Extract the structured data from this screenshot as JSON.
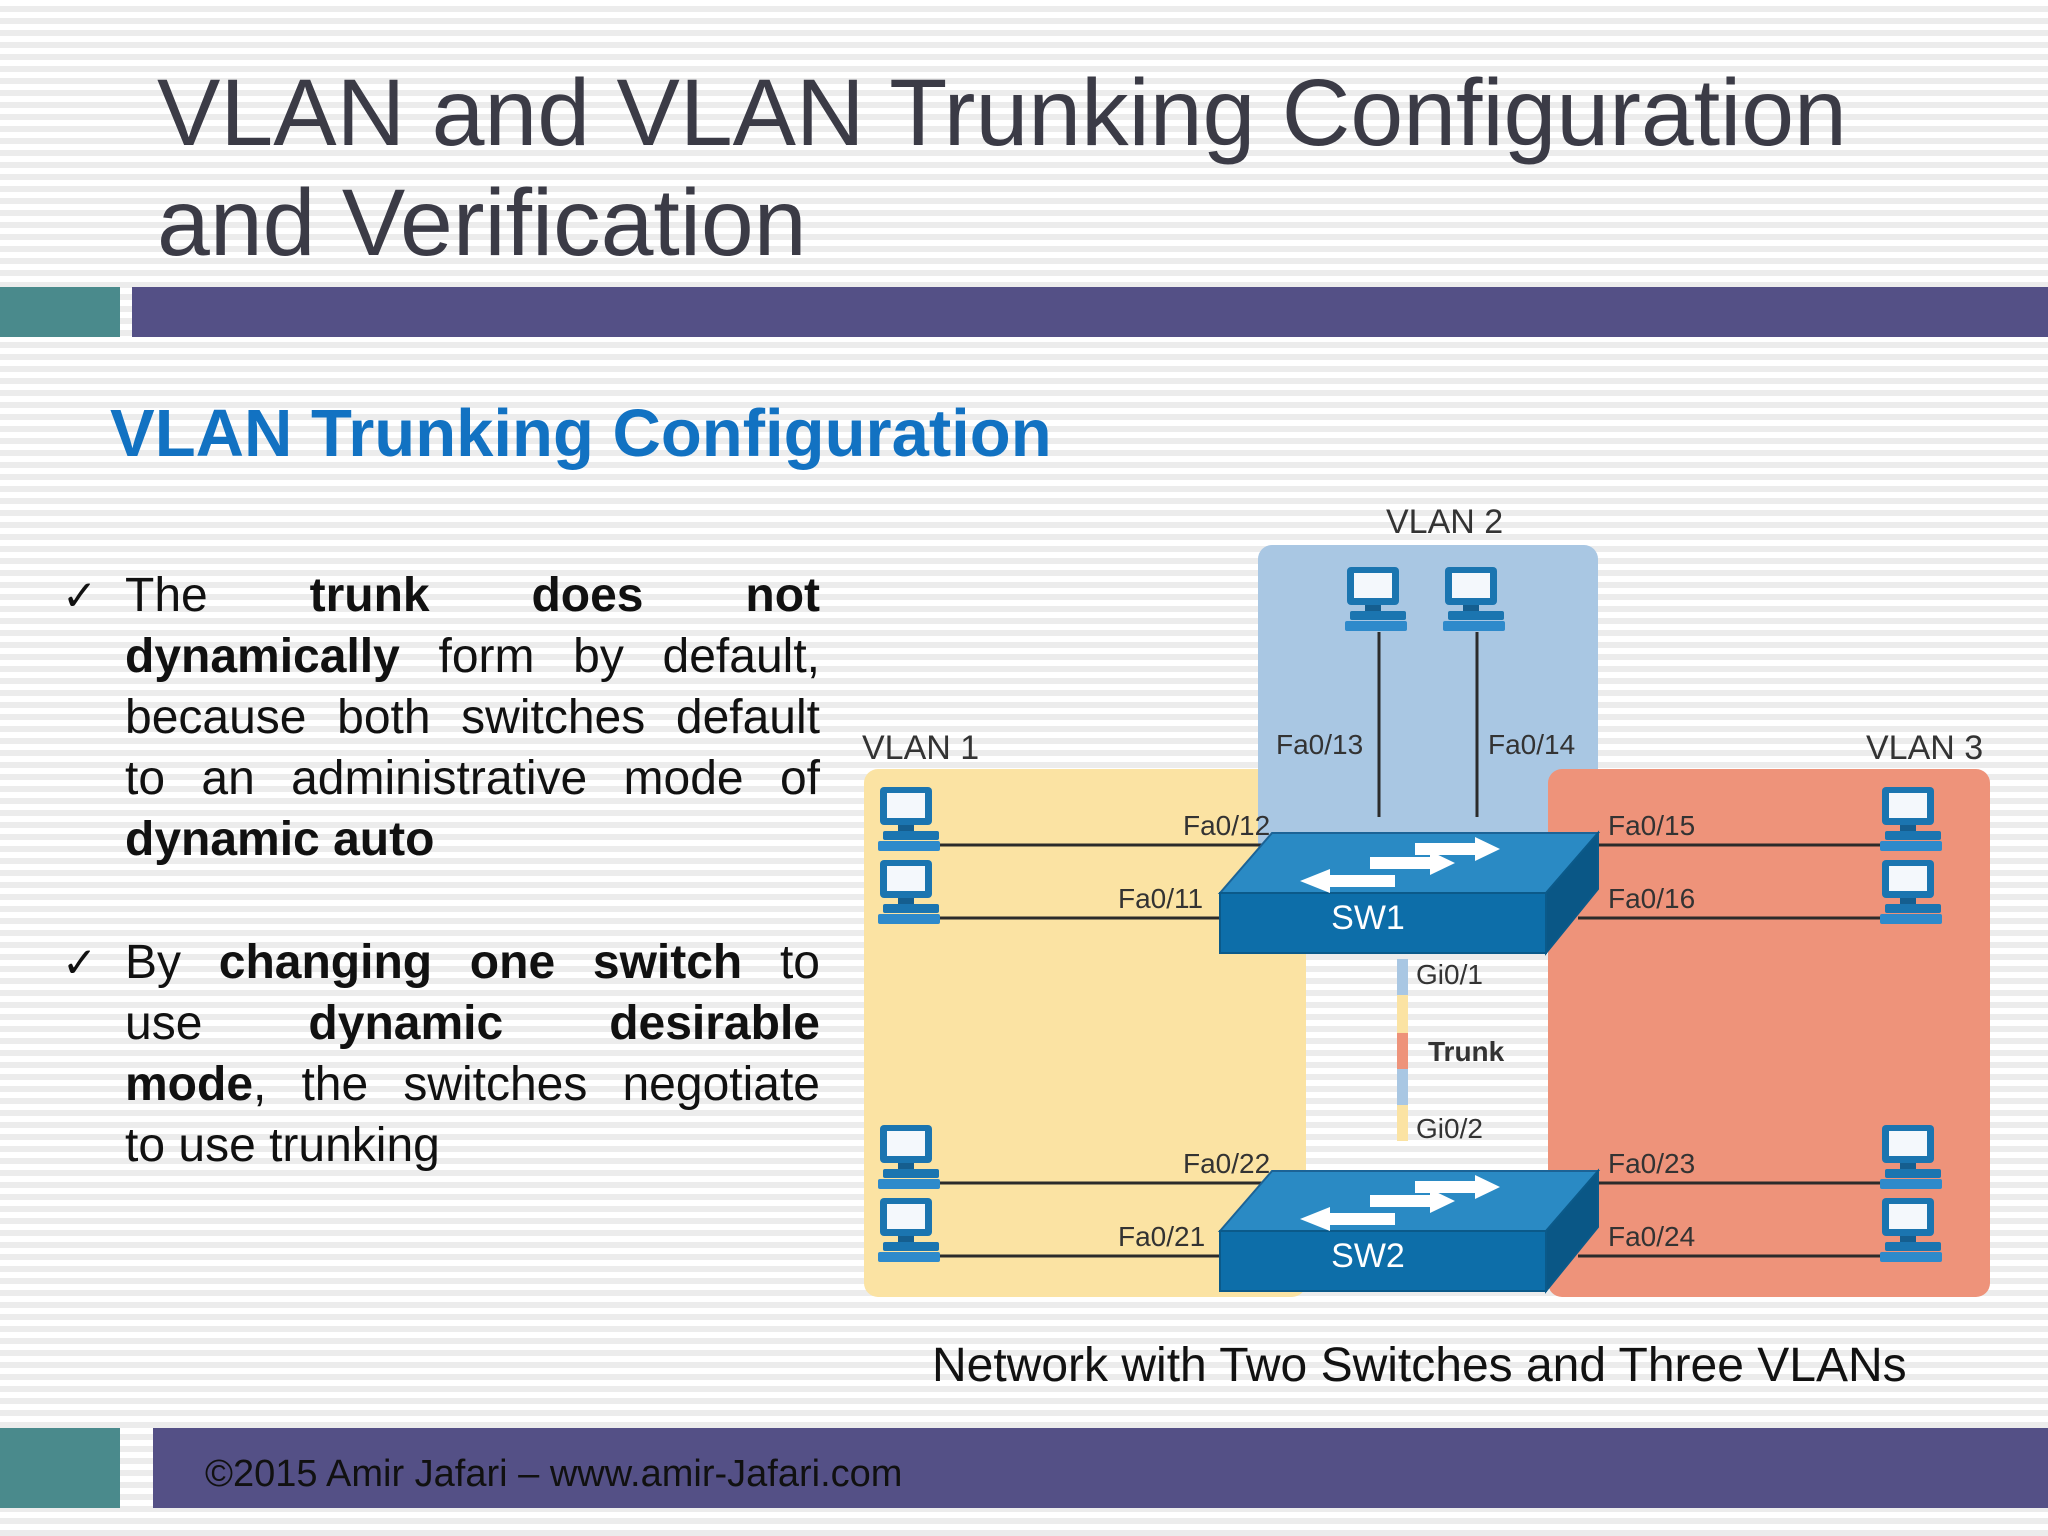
{
  "slide": {
    "title_line1": "VLAN and VLAN Trunking Configuration",
    "title_line2": "and Verification",
    "subtitle": "VLAN Trunking Configuration",
    "footer": "©2015 Amir Jafari – www.amir-Jafari.com",
    "colors": {
      "accent_teal": "#4a8a8c",
      "accent_purple": "#545086",
      "subtitle_blue": "#1272c2"
    }
  },
  "bullets": {
    "check_icon": "✓",
    "b1": {
      "l1_w1": "The",
      "l1_w2": "trunk",
      "l1_w3": "does",
      "l1_w4": "not",
      "l2_bold": "dynamically",
      "l2_rest": "form by default,",
      "l3": "because both switches default",
      "l4": "to an administrative mode of",
      "l5_bold": "dynamic auto"
    },
    "b2": {
      "l1_w1": "By",
      "l1_bold": "changing one switch",
      "l1_w2": "to",
      "l2_w1": "use",
      "l2_b1": "dynamic",
      "l2_b2": "desirable",
      "l3_bold": "mode",
      "l3_rest": ", the switches negotiate",
      "l4": "to use trunking"
    }
  },
  "diagram": {
    "caption": "Network with Two Switches and Three VLANs",
    "vlans": {
      "vlan1": "VLAN 1",
      "vlan2": "VLAN 2",
      "vlan3": "VLAN 3"
    },
    "vlan_colors": {
      "vlan1": "#fbe3a3",
      "vlan2": "#a9c7e3",
      "vlan3": "#ee937a"
    },
    "switches": {
      "sw1": "SW1",
      "sw2": "SW2"
    },
    "ports": {
      "fa0_11": "Fa0/11",
      "fa0_12": "Fa0/12",
      "fa0_13": "Fa0/13",
      "fa0_14": "Fa0/14",
      "fa0_15": "Fa0/15",
      "fa0_16": "Fa0/16",
      "fa0_21": "Fa0/21",
      "fa0_22": "Fa0/22",
      "fa0_23": "Fa0/23",
      "fa0_24": "Fa0/24",
      "gi0_1": "Gi0/1",
      "gi0_2": "Gi0/2"
    },
    "trunk_label": "Trunk"
  }
}
